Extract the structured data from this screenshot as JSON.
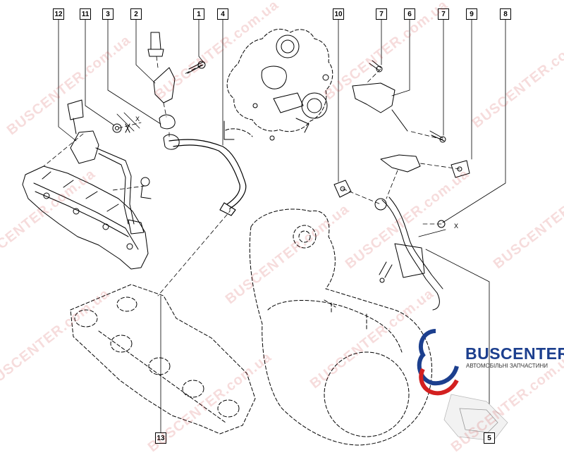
{
  "callouts": {
    "c1": "1",
    "c2": "2",
    "c3": "3",
    "c4": "4",
    "c5": "5",
    "c6": "6",
    "c7a": "7",
    "c7b": "7",
    "c8": "8",
    "c9": "9",
    "c10": "10",
    "c11": "11",
    "c12": "12",
    "c13": "13"
  },
  "annotations": {
    "x1": "X",
    "x2": "X"
  },
  "watermark": {
    "text": "BUSCENTER.com.ua"
  },
  "logo": {
    "name": "BUSCENTER",
    "tagline": "АВТОМОБІЛЬНІ ЗАПЧАСТИНИ"
  },
  "colors": {
    "line": "#000000",
    "watermark": "#c42828",
    "brand_blue": "#1c3f8e",
    "brand_red": "#d32020"
  }
}
